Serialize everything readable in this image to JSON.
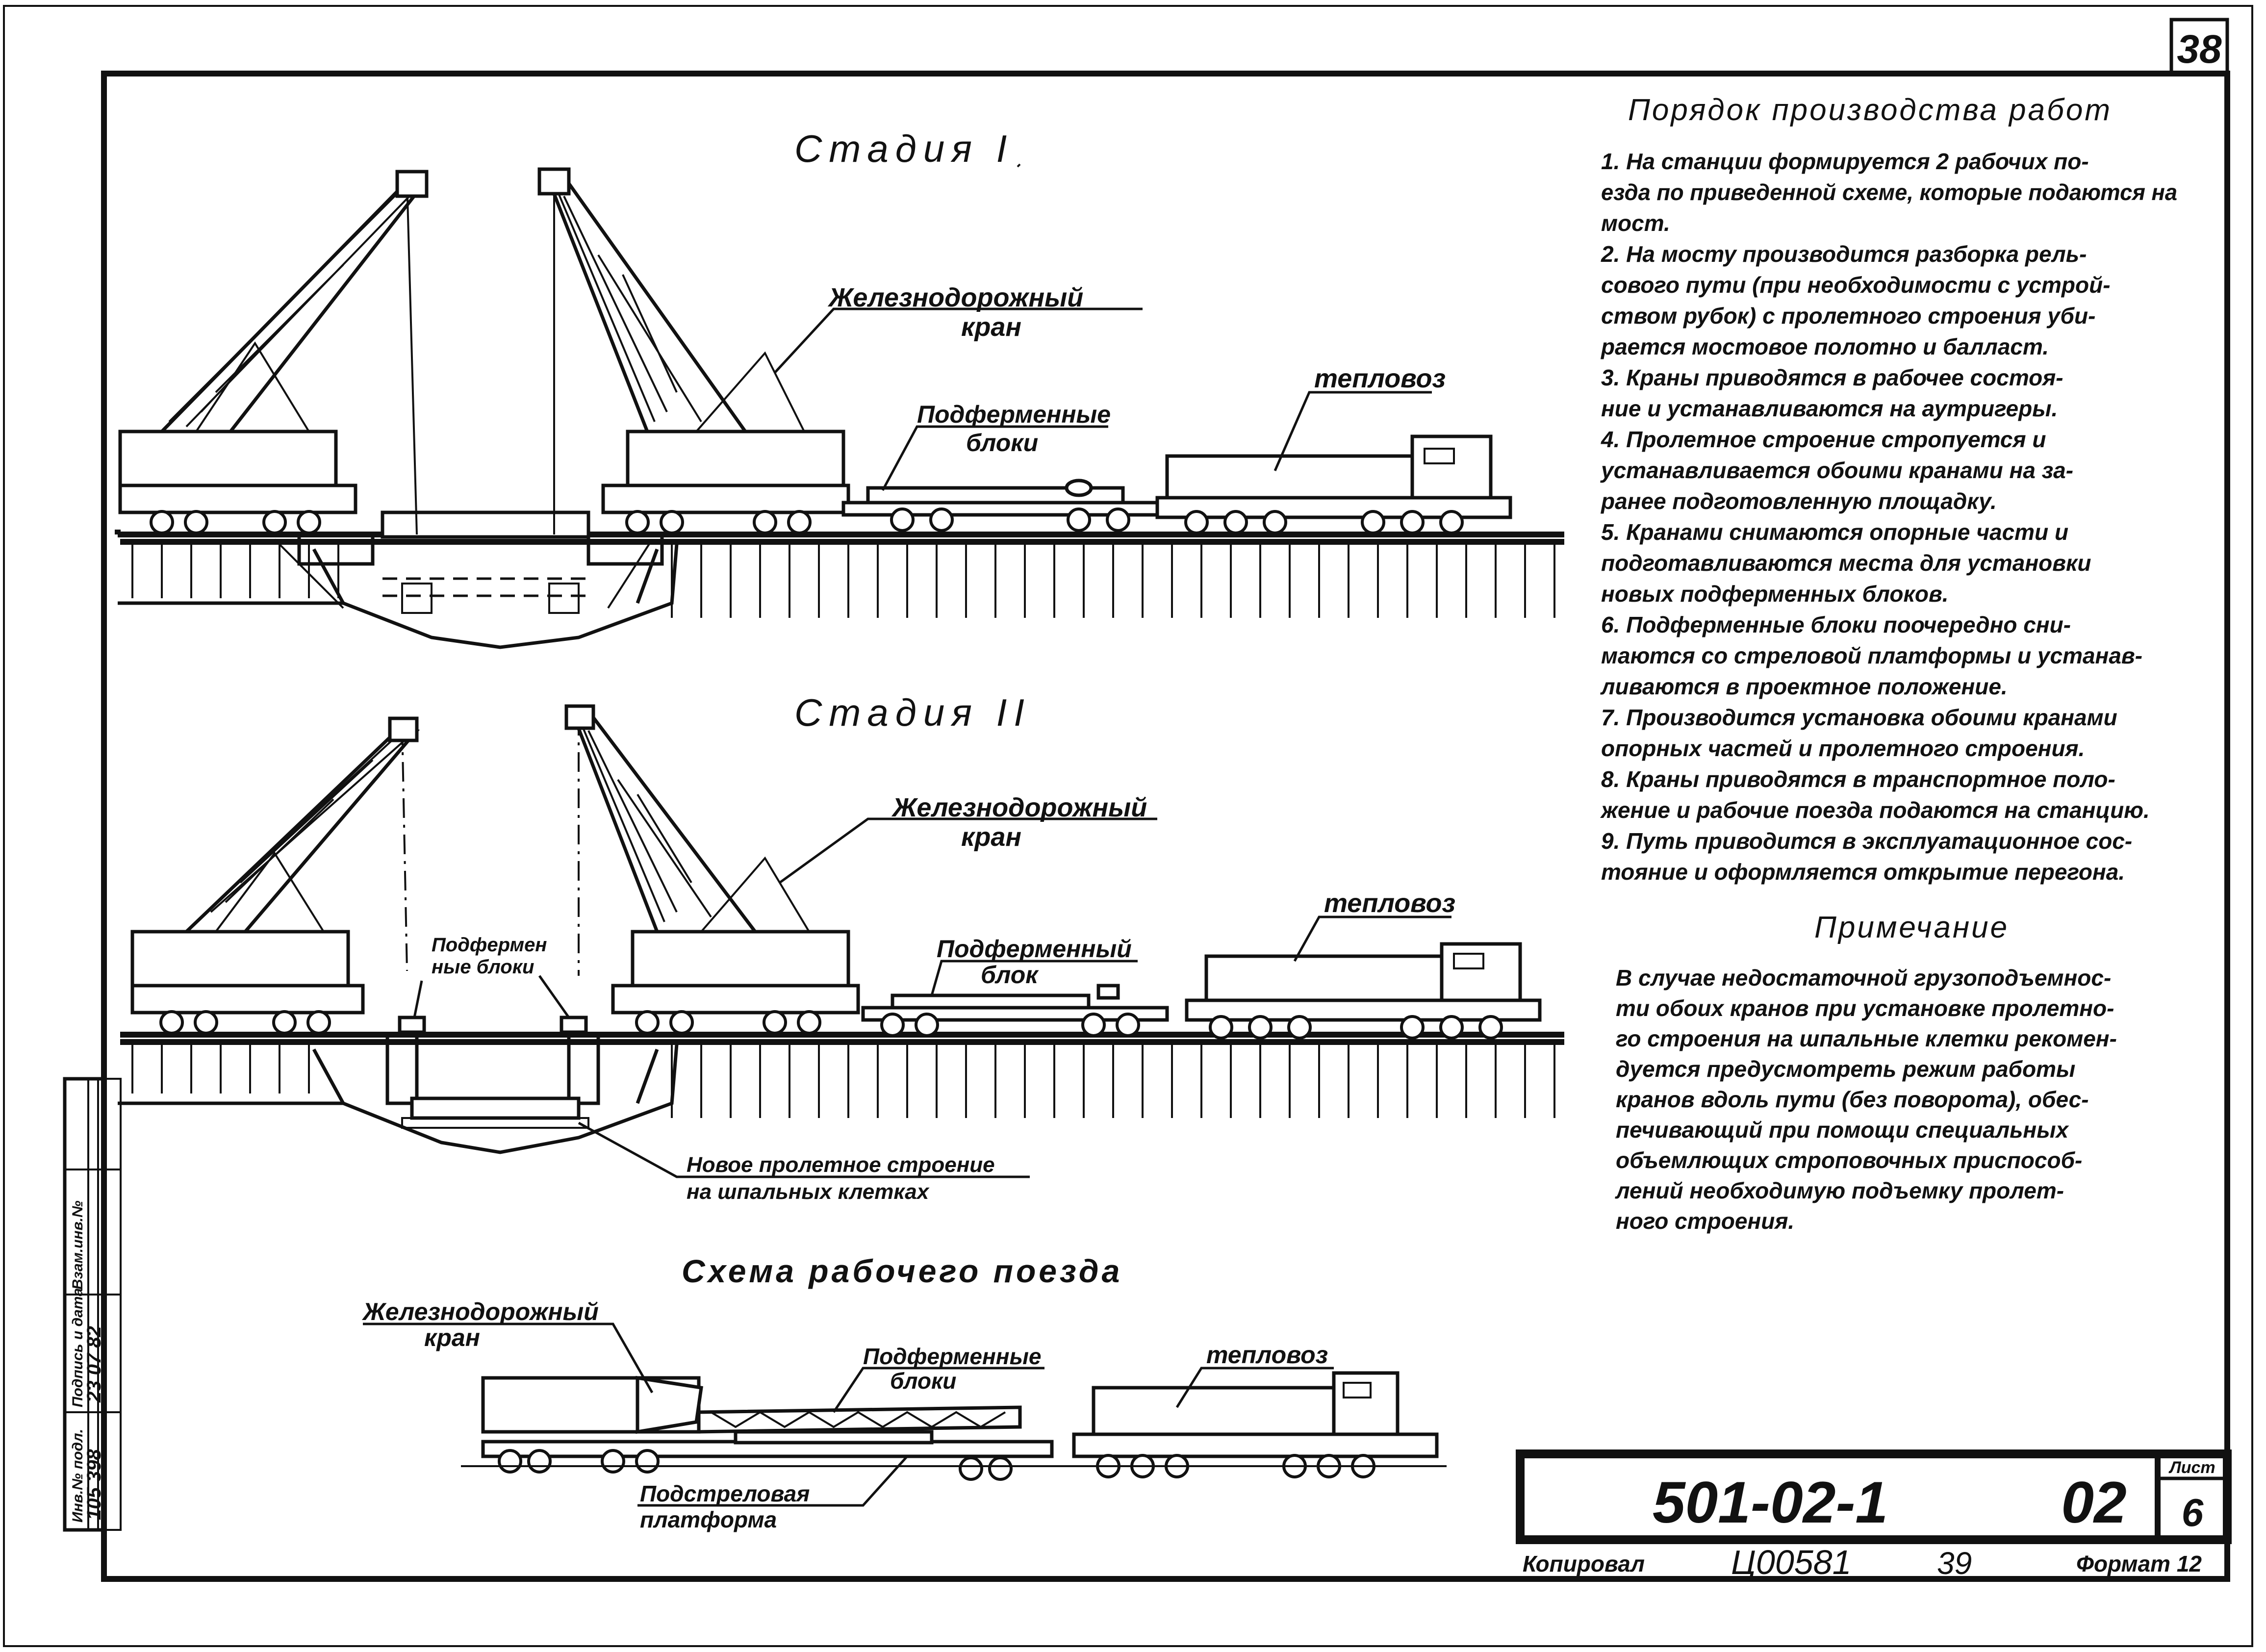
{
  "sheet": {
    "sheet_no": "38",
    "drawing_code": "501-02-1",
    "sheet_code": "02",
    "list_label": "Лист",
    "list_value": "6",
    "copied_label": "Копировал",
    "inventory_no": "Ц00581",
    "copy_no": "39",
    "format_label": "Формат 12"
  },
  "side_stamp": {
    "row_labels": [
      "Инв.№ подл.",
      "Подпись и дата",
      "Взам.инв.№"
    ],
    "inv_value": "105 398",
    "date_value": "23 07 82"
  },
  "stage1": {
    "title": "Стадия I",
    "crane_label_1": "Железнодорожный",
    "crane_label_2": "кран",
    "blocks_label_1": "Подферменные",
    "blocks_label_2": "блоки",
    "loco_label": "тепловоз"
  },
  "stage2": {
    "title": "Стадия II",
    "crane_label_1": "Железнодорожный",
    "crane_label_2": "кран",
    "blocks_small_1": "Подфермен",
    "blocks_small_2": "ные блоки",
    "block_label_1": "Подферменный",
    "block_label_2": "блок",
    "loco_label": "тепловоз",
    "span_label_1": "Новое пролетное строение",
    "span_label_2": "на шпальных клетках"
  },
  "scheme": {
    "title": "Схема рабочего поезда",
    "crane_label_1": "Железнодорожный",
    "crane_label_2": "кран",
    "blocks_label_1": "Подферменные",
    "blocks_label_2": "блоки",
    "loco_label": "тепловоз",
    "platform_label_1": "Подстреловая",
    "platform_label_2": "платформа"
  },
  "procedure": {
    "title": "Порядок производства работ",
    "lines": [
      "1. На станции формируется 2 рабочих по-",
      "езда по приведенной схеме, которые подаются на",
      "мост.",
      "2. На мосту производится разборка рель-",
      "сового пути (при необходимости с устрой-",
      "ством рубок) с пролетного строения уби-",
      "рается мостовое полотно и балласт.",
      "3. Краны приводятся в рабочее состоя-",
      "ние и устанавливаются на аутригеры.",
      "4. Пролетное строение стропуется и",
      "устанавливается обоими кранами на за-",
      "ранее подготовленную площадку.",
      "5. Кранами снимаются опорные части и",
      "подготавливаются места для установки",
      "новых подферменных блоков.",
      "6. Подферменные блоки поочередно сни-",
      "маются со стреловой платформы и устанав-",
      "ливаются в проектное положение.",
      "7. Производится установка обоими кранами",
      "опорных частей и пролетного строения.",
      "8. Краны приводятся в транспортное поло-",
      "жение и рабочие поезда подаются на станцию.",
      "9. Путь приводится в эксплуатационное сос-",
      "тояние и оформляется открытие перегона."
    ]
  },
  "note": {
    "title": "Примечание",
    "lines": [
      "В случае недостаточной грузоподъемнос-",
      "ти обоих кранов при установке пролетно-",
      "го строения на шпальные клетки рекомен-",
      "дуется предусмотреть режим работы",
      "кранов вдоль пути (без поворота), обес-",
      "печивающий при помощи специальных",
      "объемлющих строповочных приспособ-",
      "лений необходимую подъемку пролет-",
      "ного строения."
    ]
  }
}
